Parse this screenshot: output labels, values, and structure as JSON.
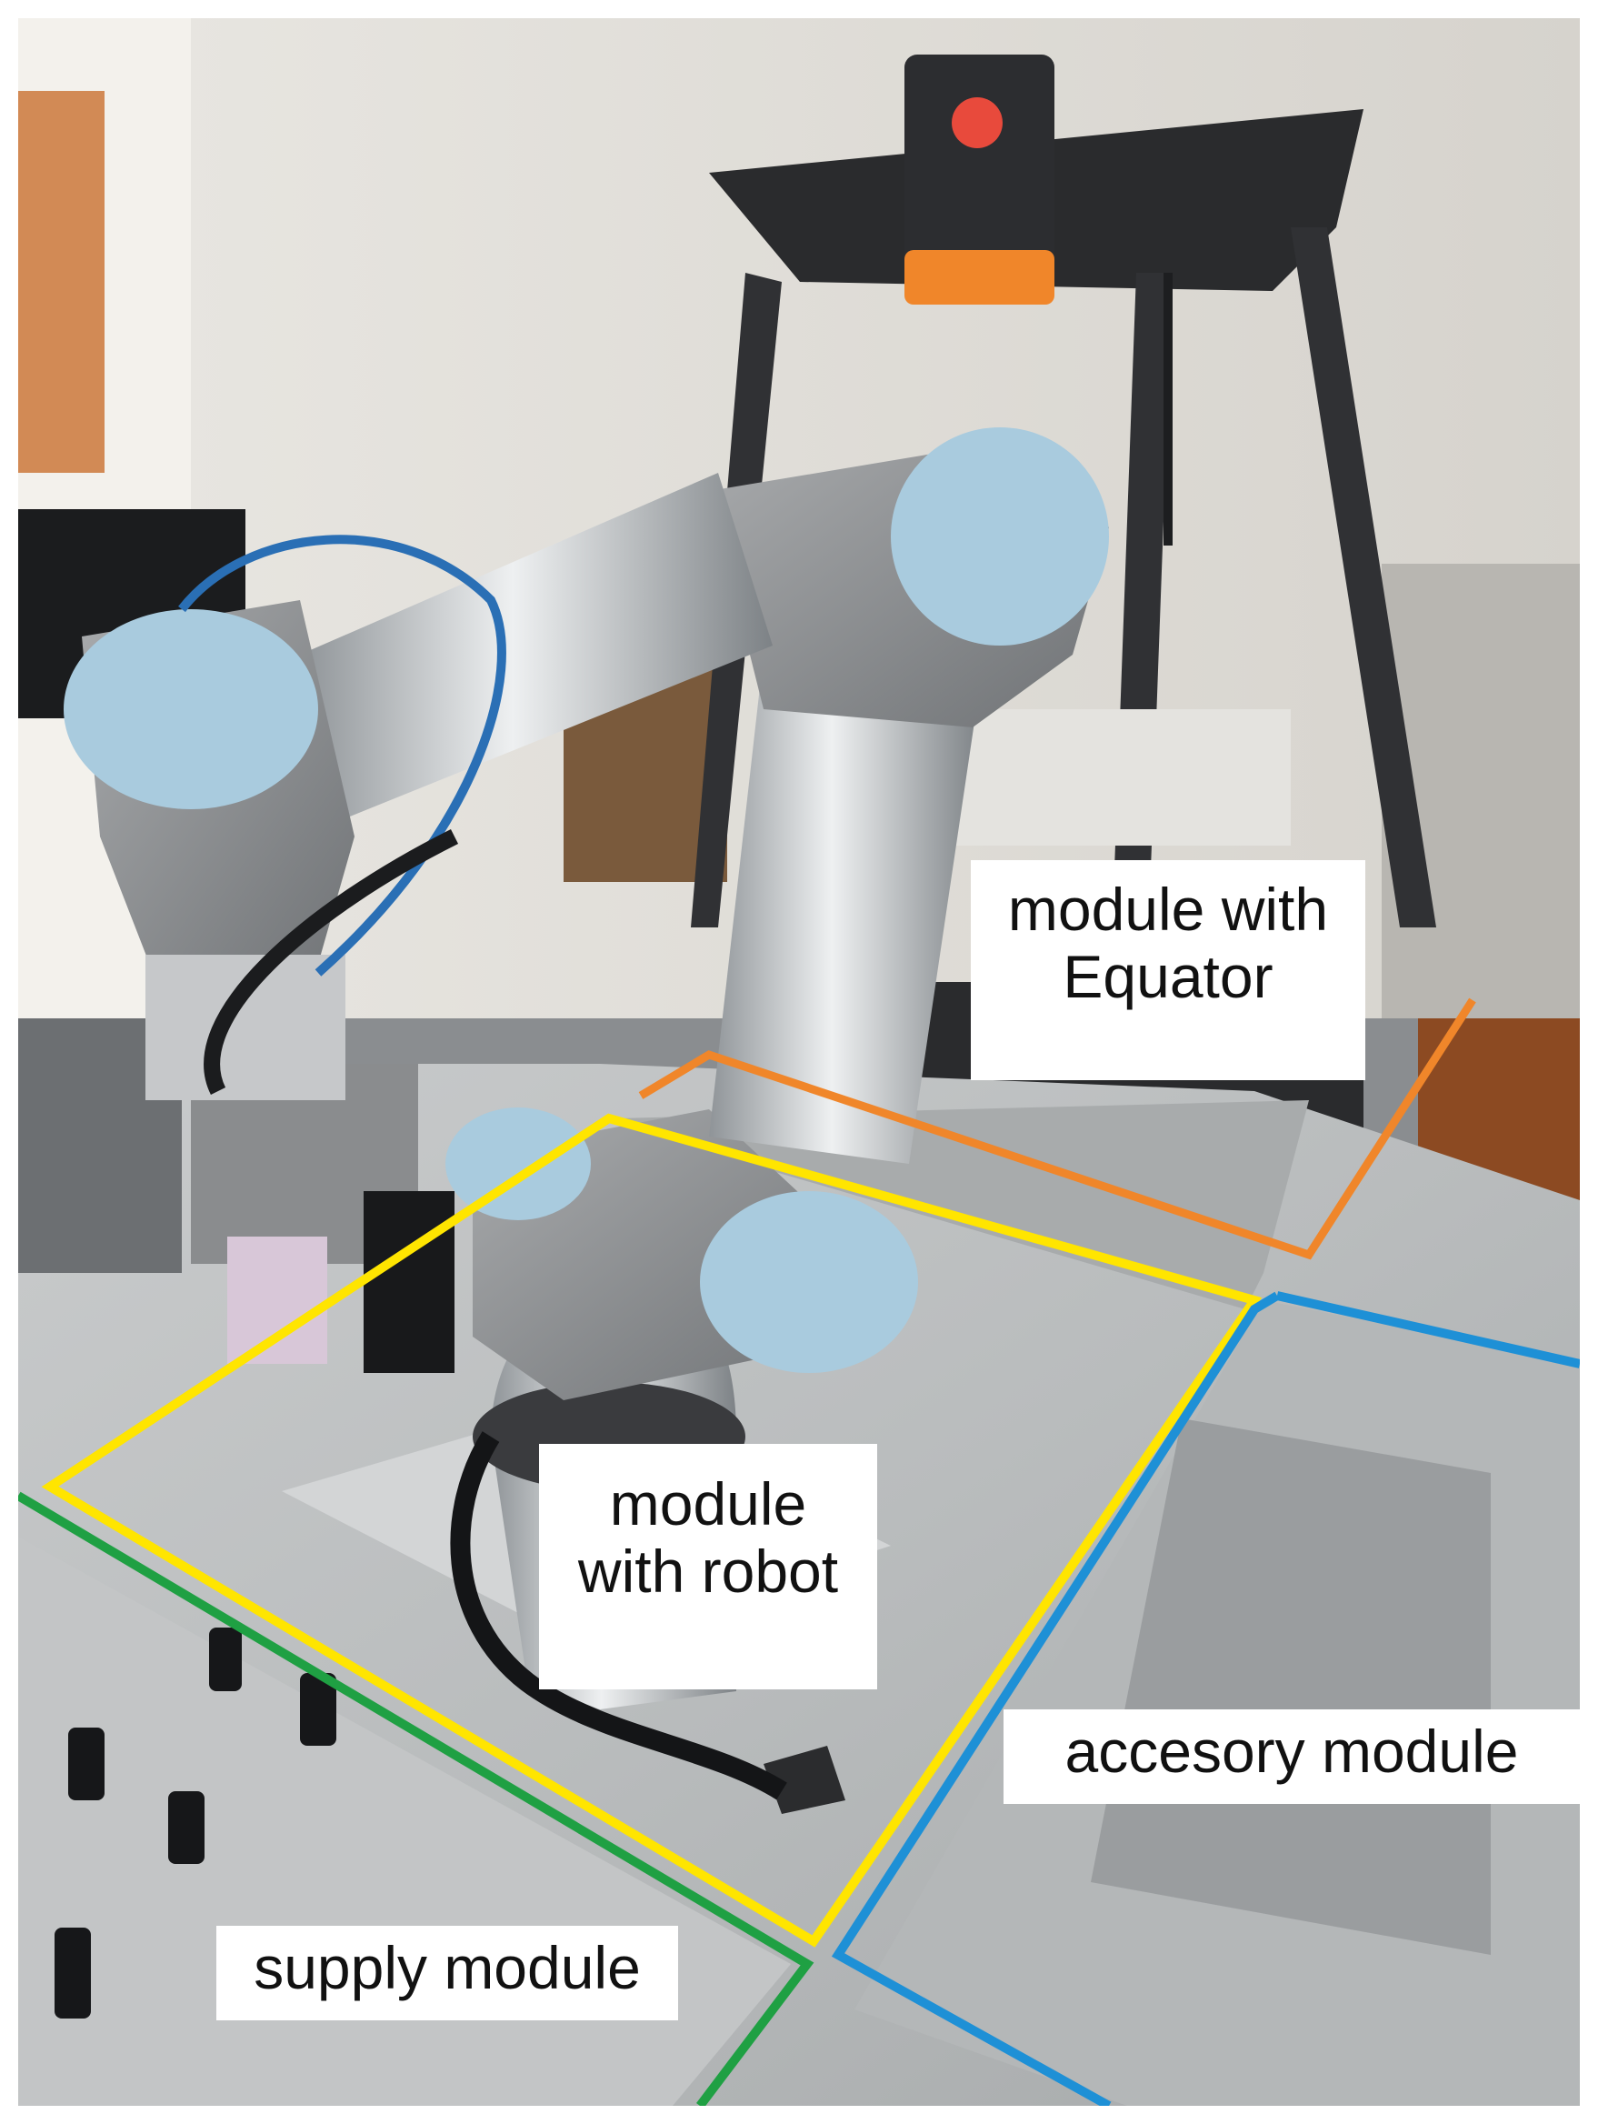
{
  "image": {
    "description_free": true
  },
  "labels": {
    "equator": {
      "line1": "module with",
      "line2": "Equator"
    },
    "robot": {
      "line1": "module",
      "line2": "with robot"
    },
    "accessory": {
      "line1": "accesory module"
    },
    "supply": {
      "line1": "supply module"
    }
  },
  "colors": {
    "equator_outline": "#f0862a",
    "robot_outline": "#ffe500",
    "accessory_outline": "#1e90d6",
    "supply_outline": "#1fa043"
  }
}
